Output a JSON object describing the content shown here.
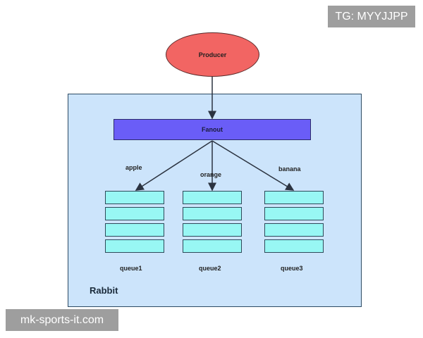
{
  "watermarks": {
    "top_right": "TG: MYYJJPP",
    "bottom_left": "mk-sports-it.com"
  },
  "diagram": {
    "producer": "Producer",
    "exchange": "Fanout",
    "broker": "Rabbit",
    "routes": [
      {
        "label": "apple",
        "queue": "queue1"
      },
      {
        "label": "orange",
        "queue": "queue2"
      },
      {
        "label": "banana",
        "queue": "queue3"
      }
    ],
    "colors": {
      "producer": "#f26563",
      "exchange": "#6a5df7",
      "queue": "#98f7f4",
      "broker_bg": "#cce4fb"
    }
  }
}
